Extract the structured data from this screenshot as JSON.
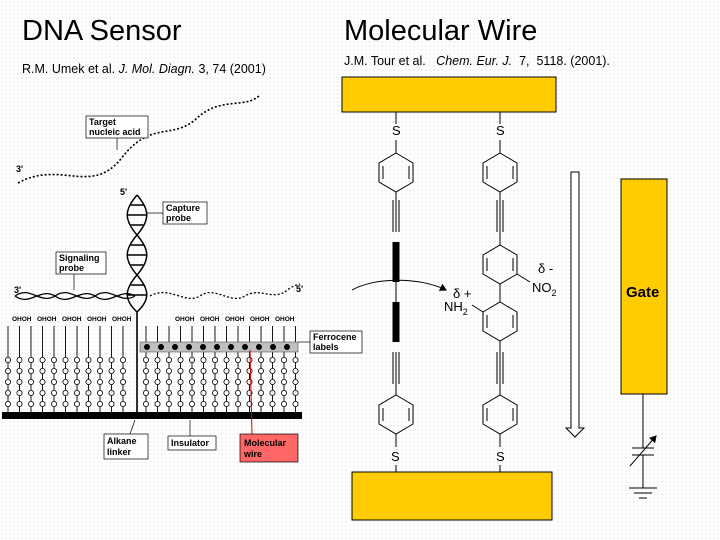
{
  "left": {
    "title": "DNA Sensor",
    "citation": {
      "authors": "R.M. Umek et al.",
      "journal": "J. Mol. Diagn.",
      "volume_year": "3, 74 (2001)"
    },
    "labels": {
      "target": [
        "Target",
        "nucleic acid"
      ],
      "capture": [
        "Capture",
        "probe"
      ],
      "signaling": [
        "Signaling",
        "probe"
      ],
      "ferrocene": [
        "Ferrocene",
        "labels"
      ],
      "alkane": [
        "Alkane",
        "linker"
      ],
      "insulator": "Insulator",
      "molecular": [
        "Molecular",
        "wire"
      ],
      "end3_top": "3'",
      "end5_top": "5'",
      "end3_bottom": "3'",
      "end5_bottom": "5'",
      "headgroup": "OHOH"
    }
  },
  "right": {
    "title": "Molecular Wire",
    "citation": {
      "authors": "J.M. Tour et al.",
      "journal": "Chem. Eur. J.",
      "volume": "7,",
      "pages_year": "5118. (2001)."
    },
    "chem": {
      "sulfur": "S",
      "delta_minus": "δ -",
      "no2_main": "NO",
      "no2_sub": "2",
      "delta_plus": "δ +",
      "nh2_main": "NH",
      "nh2_sub": "2"
    },
    "gate_label": "Gate"
  },
  "colors": {
    "electrode": "#ffcc00",
    "molecular_wire_box": "#ff6666",
    "red_line": "#cc0000"
  }
}
